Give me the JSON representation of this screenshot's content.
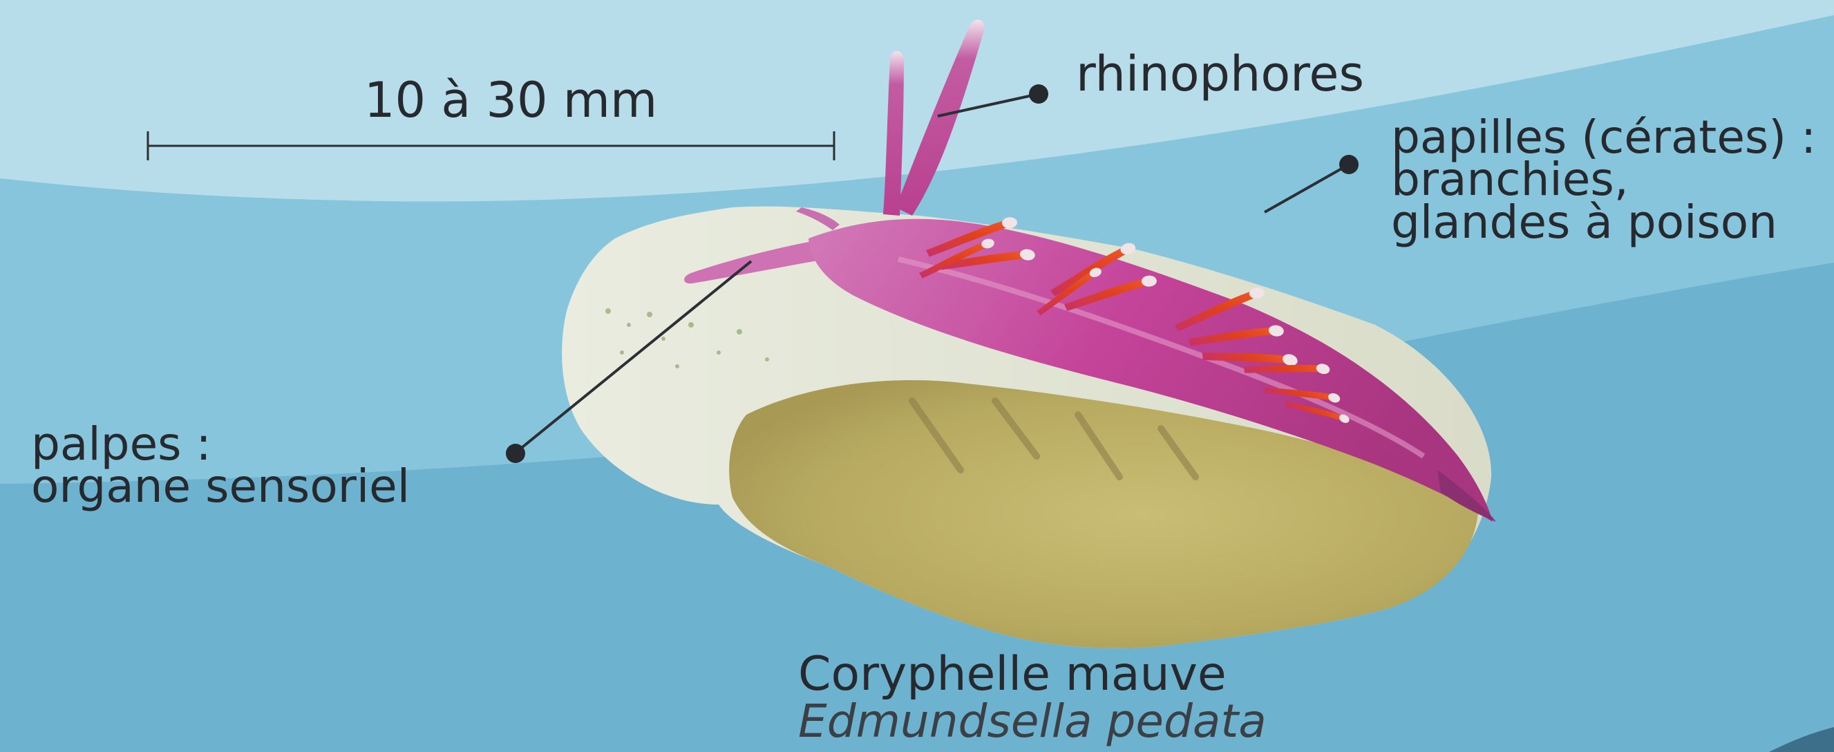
{
  "scale": {
    "label": "10 à 30 mm"
  },
  "annotations": {
    "rhinophores": "rhinophores",
    "papilles": [
      "papilles (cérates) :",
      "branchies,",
      "glandes à poison"
    ],
    "palpes": [
      "palpes :",
      "organe sensoriel"
    ]
  },
  "species": {
    "common_name": "Coryphelle mauve",
    "scientific_name": "Edmundsella pedata"
  },
  "colors": {
    "sea_light": "#b8dcea",
    "sea_mid": "#86c5dc",
    "sea_deep": "#6db4cf",
    "text": "#26292e",
    "body_pink": "#c5479a",
    "cerata_red": "#dd4020",
    "foot_sand": "#c8b96e"
  }
}
